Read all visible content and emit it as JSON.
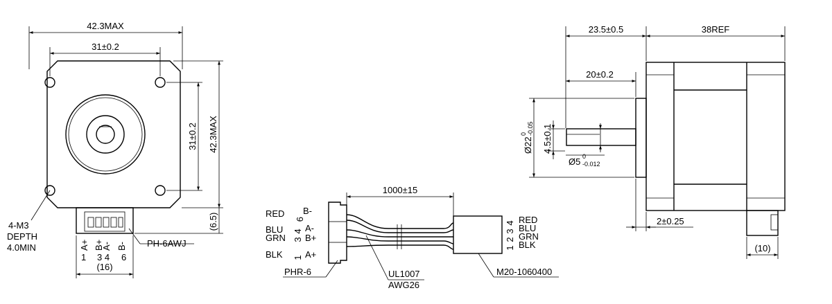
{
  "front_view": {
    "width_max": "42.3MAX",
    "hole_spacing_h": "31±0.2",
    "hole_spacing_v": "31±0.2",
    "height_max": "42.3MAX",
    "hole_note": [
      "4-M3",
      "DEPTH",
      "4.0MIN"
    ],
    "connector_offset": "(6.5)",
    "connector_type": "PH-6AWJ",
    "pin_labels": [
      "A+",
      "B+",
      "A-",
      "B-"
    ],
    "pin_numbers_1": "1",
    "pin_numbers_34": "3 4",
    "pin_numbers_6": "6",
    "pitch": "(16)"
  },
  "cable": {
    "length": "1000±15",
    "left_wires": [
      {
        "color": "RED",
        "num": "6",
        "sig": "B-"
      },
      {
        "color": "BLU",
        "num": "4",
        "sig": "A-"
      },
      {
        "color": "GRN",
        "num": "3",
        "sig": "B+"
      },
      {
        "color": "BLK",
        "num": "1",
        "sig": "A+"
      }
    ],
    "right_nums": "1  2  3  4",
    "right_colors": [
      "RED",
      "BLU",
      "GRN",
      "BLK"
    ],
    "right_nums_top": "4",
    "right_nums_mid": "3",
    "right_nums_a": "2",
    "right_nums_b": "1",
    "housing": "PHR-6",
    "wire_spec": [
      "UL1007",
      "AWG26"
    ],
    "terminal": "M20-1060400"
  },
  "side_view": {
    "shaft_total": "23.5±0.5",
    "body_length": "38REF",
    "shaft_length": "20±0.2",
    "boss_dia": "Ø22",
    "boss_tol_upper": "0",
    "boss_tol_lower": "-0.05",
    "flat_depth": "4.5±0.1",
    "shaft_dia": "Ø5",
    "shaft_tol_upper": "0",
    "shaft_tol_lower": "-0.012",
    "boss_height": "2±0.25",
    "connector_depth": "(10)"
  }
}
